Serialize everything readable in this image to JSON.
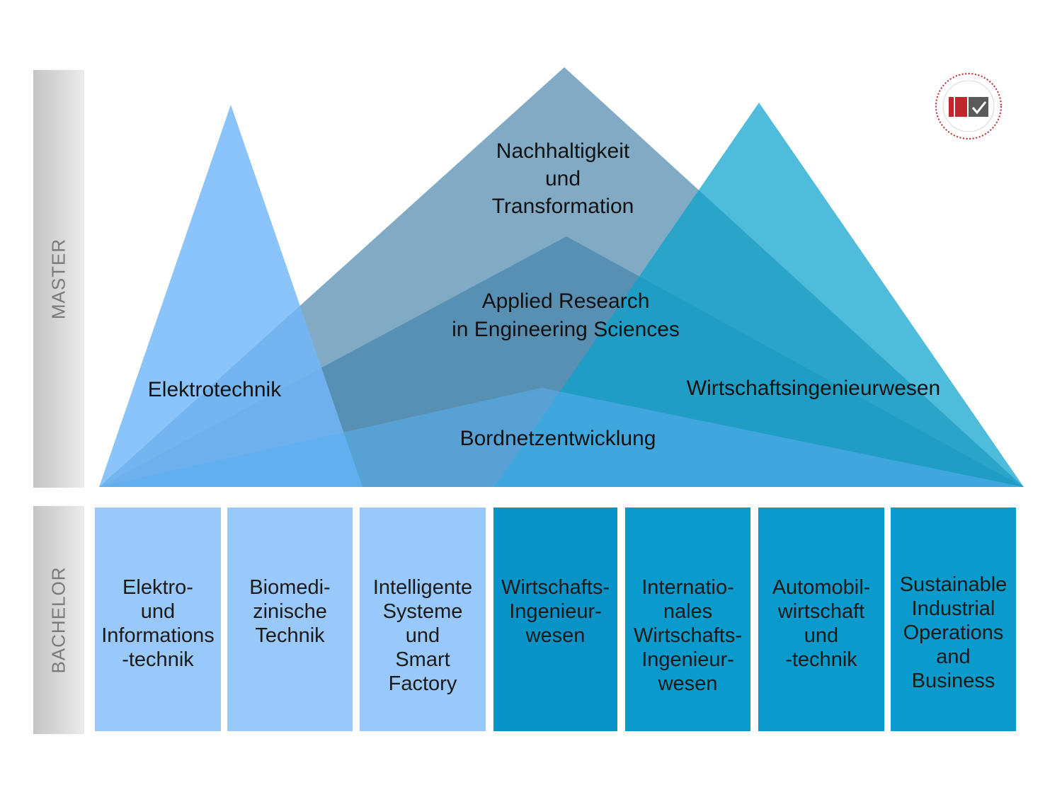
{
  "levels": {
    "master": "MASTER",
    "bachelor": "BACHELOR"
  },
  "master_programs": {
    "nachhaltigkeit": "Nachhaltigkeit\nund\nTransformation",
    "applied_research": "Applied Research\nin Engineering Sciences",
    "elektrotechnik": "Elektrotechnik",
    "wirtschaftsingenieurwesen": "Wirtschaftsingenieurwesen",
    "bordnetzentwicklung": "Bordnetzentwicklung"
  },
  "bachelor_programs": [
    "Elektro-\nund\nInformations\n-technik",
    "Biomedi-\nzinische\nTechnik",
    "Intelligente\nSysteme\nund\nSmart\nFactory",
    "Wirtschafts-\nIngenieur-\nwesen",
    "Internatio-\nnales\nWirtschafts-\nIngenieur-\nwesen",
    "Automobil-\nwirtschaft\nund\n-technik",
    "Sustainable\nIndustrial\nOperations\nand\nBusiness"
  ],
  "colors": {
    "light_blue": "#99c9fb",
    "dark_blue": "#0a9acb",
    "slate_blue": "#7fa9c4",
    "teal": "#2eaed1",
    "seal_red": "#c0272d"
  },
  "icons": {
    "seal": "program-accreditation-seal-icon"
  }
}
